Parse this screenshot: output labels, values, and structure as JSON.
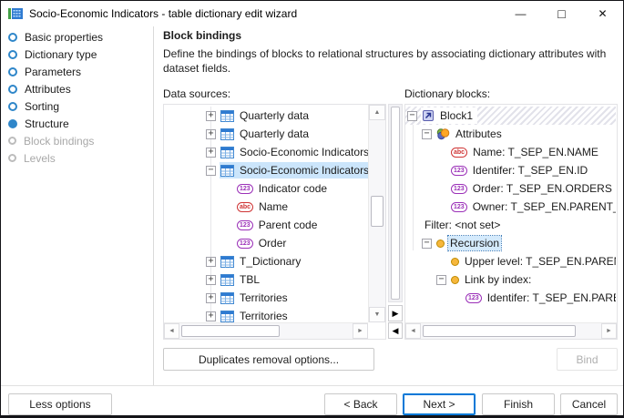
{
  "window": {
    "title": "Socio-Economic Indicators - table dictionary edit wizard",
    "controls": {
      "minimize": "—",
      "maximize": "□",
      "close": "✕"
    }
  },
  "sidebar": {
    "steps": [
      {
        "label": "Basic properties",
        "state": "pending"
      },
      {
        "label": "Dictionary type",
        "state": "pending"
      },
      {
        "label": "Parameters",
        "state": "pending"
      },
      {
        "label": "Attributes",
        "state": "pending"
      },
      {
        "label": "Sorting",
        "state": "pending"
      },
      {
        "label": "Structure",
        "state": "current"
      },
      {
        "label": "Block bindings",
        "state": "disabled"
      },
      {
        "label": "Levels",
        "state": "disabled"
      }
    ]
  },
  "content": {
    "heading": "Block bindings",
    "description": "Define the bindings of blocks to relational structures by associating dictionary attributes with dataset fields.",
    "left_panel_label": "Data sources:",
    "right_panel_label": "Dictionary blocks:"
  },
  "icons": {
    "numeric_label": "123",
    "text_label": "abc",
    "expand": "+",
    "collapse": "−",
    "transfer_right": "▶",
    "transfer_left": "◀",
    "scroll_up": "▲",
    "scroll_down": "▼",
    "scroll_left": "◄",
    "scroll_right": "►"
  },
  "trees": {
    "data_sources": {
      "items": [
        {
          "expander": "plus",
          "icon": "table",
          "label": "Quarterly data",
          "indent": 0
        },
        {
          "expander": "plus",
          "icon": "table",
          "label": "Quarterly data",
          "indent": 0
        },
        {
          "expander": "plus",
          "icon": "table",
          "label": "Socio-Economic Indicators",
          "indent": 0
        },
        {
          "expander": "minus",
          "icon": "table",
          "label": "Socio-Economic Indicators",
          "indent": 0,
          "selected": true
        },
        {
          "expander": "none",
          "icon": "num",
          "label": "Indicator code",
          "indent": 1
        },
        {
          "expander": "none",
          "icon": "abc",
          "label": "Name",
          "indent": 1
        },
        {
          "expander": "none",
          "icon": "num",
          "label": "Parent code",
          "indent": 1
        },
        {
          "expander": "none",
          "icon": "num",
          "label": "Order",
          "indent": 1
        },
        {
          "expander": "plus",
          "icon": "table",
          "label": "T_Dictionary",
          "indent": 0
        },
        {
          "expander": "plus",
          "icon": "table",
          "label": "TBL",
          "indent": 0
        },
        {
          "expander": "plus",
          "icon": "table",
          "label": "Territories",
          "indent": 0
        },
        {
          "expander": "plus",
          "icon": "table",
          "label": "Territories",
          "indent": 0
        }
      ]
    },
    "dictionary_blocks": {
      "items": [
        {
          "expander": "minus",
          "icon": "block",
          "label": "Block1",
          "indent": 0,
          "hatched": true
        },
        {
          "expander": "minus",
          "icon": "venn",
          "label": "Attributes",
          "indent": 1
        },
        {
          "expander": "none",
          "icon": "abc",
          "label": "Name: T_SEP_EN.NAME",
          "indent": 2
        },
        {
          "expander": "none",
          "icon": "num",
          "label": "Identifer: T_SEP_EN.ID",
          "indent": 2
        },
        {
          "expander": "none",
          "icon": "num",
          "label": "Order: T_SEP_EN.ORDERS",
          "indent": 2
        },
        {
          "expander": "none",
          "icon": "num",
          "label": "Owner: T_SEP_EN.PARENT_ID",
          "indent": 2
        },
        {
          "expander": "none",
          "icon": "none",
          "label": "Filter: <not set>",
          "indent": 1
        },
        {
          "expander": "minus",
          "icon": "dot",
          "label": "Recursion",
          "indent": 1,
          "focused": true
        },
        {
          "expander": "none",
          "icon": "dot",
          "label": "Upper level: T_SEP_EN.PARENT_ID",
          "indent": 2
        },
        {
          "expander": "minus",
          "icon": "dot",
          "label": "Link by index:",
          "indent": 2
        },
        {
          "expander": "none",
          "icon": "num",
          "label": "Identifer: T_SEP_EN.PARENT_ID",
          "indent": 3
        }
      ]
    }
  },
  "actions": {
    "duplicates_button": "Duplicates removal options...",
    "bind_button": "Bind",
    "bind_enabled": false
  },
  "footer": {
    "less_options": "Less options",
    "back": "< Back",
    "next": "Next >",
    "finish": "Finish",
    "cancel": "Cancel"
  },
  "colors": {
    "accent": "#0078d7",
    "selection": "#cbe5fb",
    "step_circle": "#2e86c9",
    "disabled_text": "#a8a8a8",
    "bullet_icon": "#f6b73c",
    "numeric_icon": "#9b30b8",
    "text_icon": "#cf3434",
    "table_icon": "#2f7bd1"
  }
}
